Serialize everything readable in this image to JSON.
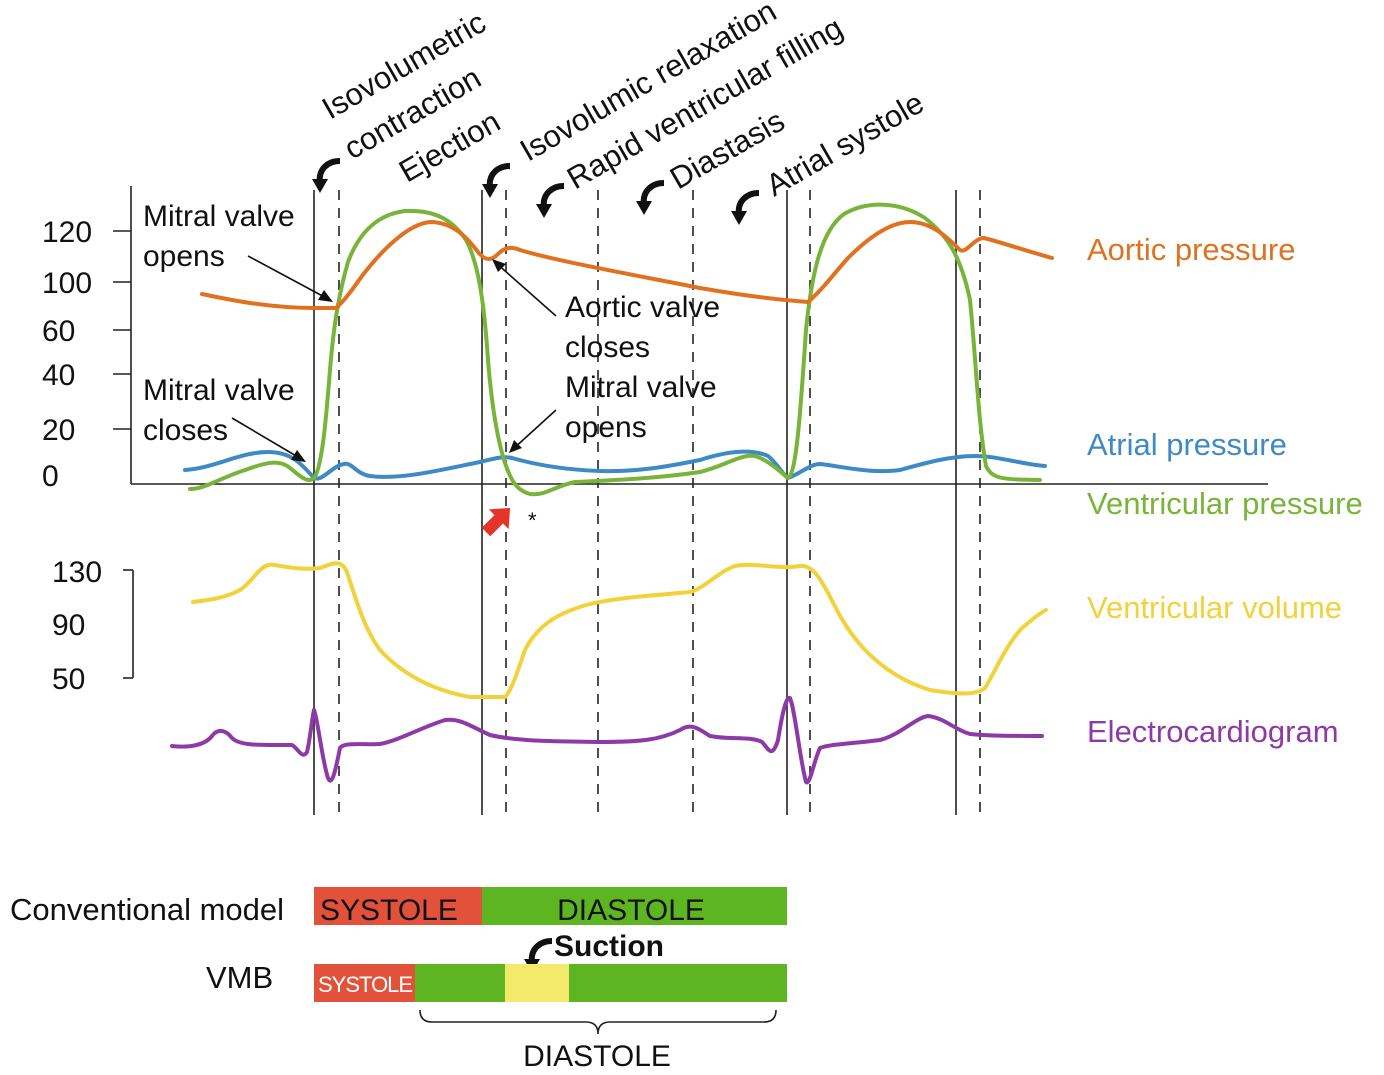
{
  "phases": [
    "Isovolumetric",
    "contraction",
    "Ejection",
    "Isovolumic relaxation",
    "Rapid ventricular filling",
    "Diastasis",
    "Atrial systole"
  ],
  "pressure_axis": {
    "ticks": [
      "120",
      "100",
      "60",
      "40",
      "20",
      "0"
    ]
  },
  "volume_axis": {
    "ticks": [
      "130",
      "90",
      "50"
    ]
  },
  "annotations": {
    "mitral_opens_1": "Mitral valve",
    "mitral_opens_2": "opens",
    "mitral_closes_1": "Mitral valve",
    "mitral_closes_2": "closes",
    "aortic_closes_1": "Aortic valve",
    "aortic_closes_2": "closes",
    "mitral_opens_b_1": "Mitral valve",
    "mitral_opens_b_2": "opens",
    "asterisk": "*"
  },
  "legend": [
    {
      "label": "Aortic pressure",
      "color": "#e0711f"
    },
    {
      "label": "Atrial pressure",
      "color": "#3e8ac4"
    },
    {
      "label": "Ventricular pressure",
      "color": "#79b43a"
    },
    {
      "label": "Ventricular volume",
      "color": "#f2d23b"
    },
    {
      "label": "Electrocardiogram",
      "color": "#8e3aa6"
    }
  ],
  "models": {
    "conventional": {
      "label": "Conventional model",
      "systole": "SYSTOLE",
      "diastole": "DIASTOLE"
    },
    "vmb": {
      "label": "VMB",
      "systole": "SYSTOLE",
      "suction": "Suction",
      "diastole": "DIASTOLE"
    }
  },
  "colors": {
    "systole_bar": "#e2523a",
    "diastole_bar": "#5cb521",
    "suction_bar": "#f3ea6c",
    "red_arrow": "#e5342a"
  }
}
